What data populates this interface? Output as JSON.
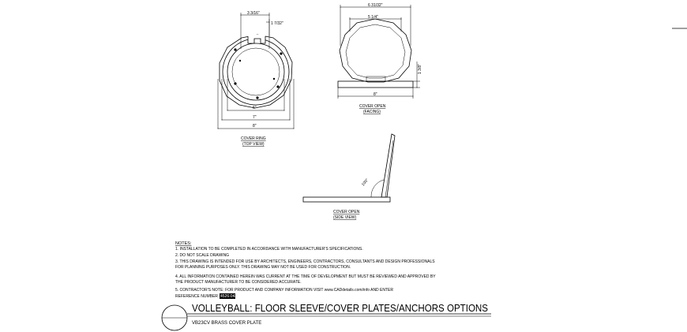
{
  "top_view": {
    "dims": {
      "opening": "3 3/16\"",
      "slot": "1 7/32\"",
      "inner": "6\"",
      "mid": "7\"",
      "outer": "8\""
    },
    "caption": [
      "COVER RING",
      "(TOP VIEW)"
    ]
  },
  "open_facing": {
    "dims": {
      "top": "6 31/32\"",
      "inner": "5 1/4\"",
      "height": "1 3/8\"",
      "base": "8\""
    },
    "caption": [
      "COVER OPEN",
      "(FACING)"
    ]
  },
  "open_side": {
    "dims": {
      "angle": "100°"
    },
    "caption": [
      "COVER OPEN",
      "(SIDE VIEW)"
    ]
  },
  "notes": {
    "heading": "NOTES:",
    "lines": [
      "1.   INSTALLATION TO BE COMPLETED IN ACCORDANCE WITH MANUFACTURER'S SPECIFICATIONS.",
      "2.   DO NOT SCALE DRAWING",
      "3.   THIS DRAWING IS INTENDED FOR USE BY ARCHITECTS, ENGINEERS, CONTRACTORS, CONSULTANTS AND DESIGN PROFESSIONALS",
      "       FOR PLANNING PURPOSES ONLY.   THIS DRAWING MAY NOT BE USED FOR CONSTRUCTION.",
      "4.   ALL INFORMATION CONTAINED HEREIN WAS CURRENT AT THE TIME OF DEVELOPMENT BUT MUST BE REVIEWED AND APPROVED BY",
      "       THE PRODUCT MANUFACTURER TO BE CONSIDERED ACCURATE.",
      "5.   CONTRACTOR'S NOTE: FOR PRODUCT AND COMPANY INFORMATION VISIT www.CADdetails.com/info AND ENTER",
      "       REFERENCE NUMBER"
    ],
    "reference": "4526-043"
  },
  "title_block": {
    "title": "VOLLEYBALL: FLOOR SLEEVE/COVER PLATES/ANCHORS OPTIONS",
    "subtitle": "VB23CV BRASS COVER PLATE"
  }
}
